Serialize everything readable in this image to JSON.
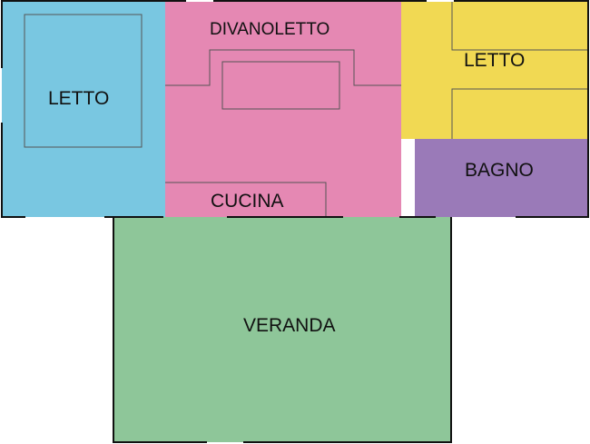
{
  "floorplan": {
    "rooms": {
      "bedroom_left": {
        "label": "LETTO",
        "color": "#79C7E1"
      },
      "living": {
        "label": "DIVANOLETTO",
        "color": "#E588B3"
      },
      "bedroom_right": {
        "label": "LETTO",
        "color": "#F1D953"
      },
      "bathroom": {
        "label": "BAGNO",
        "color": "#9A7AB8"
      },
      "kitchen": {
        "label": "CUCINA",
        "color": "#E588B3"
      },
      "veranda": {
        "label": "VERANDA",
        "color": "#8EC699"
      }
    },
    "wall_color": "#111111",
    "furniture_color": "#555555"
  }
}
